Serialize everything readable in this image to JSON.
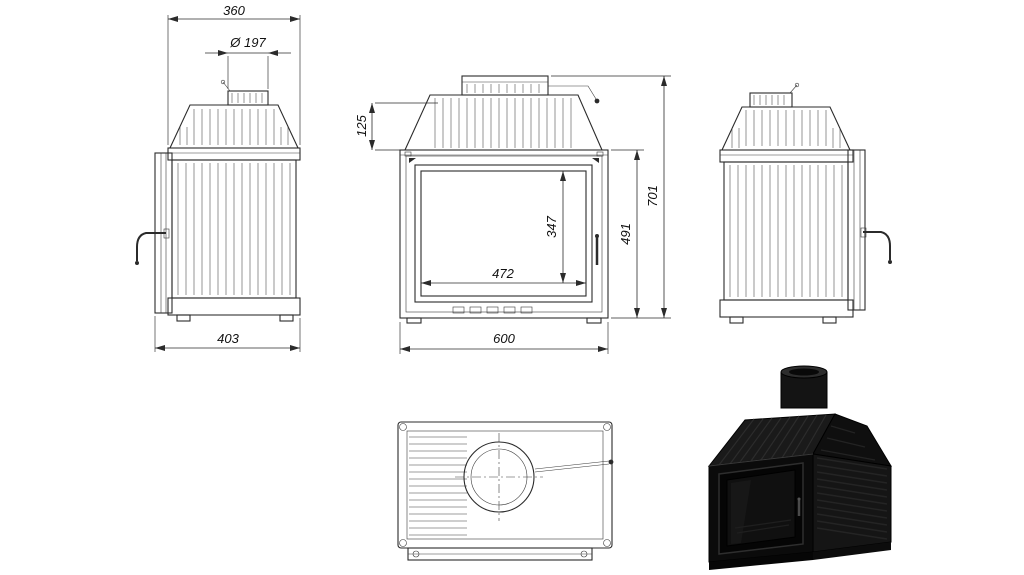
{
  "colors": {
    "background": "#ffffff",
    "line": "#2b2b2b",
    "dimension_text": "#111111",
    "render_body": "#0b0b0b"
  },
  "views": {
    "side_left": {
      "dims": {
        "top_depth": "360",
        "flue_diameter": "Ø 197",
        "base_depth": "403"
      }
    },
    "front": {
      "dims": {
        "hood_height": "125",
        "glass_height": "347",
        "glass_width": "472",
        "door_height": "491",
        "total_height": "701",
        "total_width": "600"
      }
    }
  }
}
